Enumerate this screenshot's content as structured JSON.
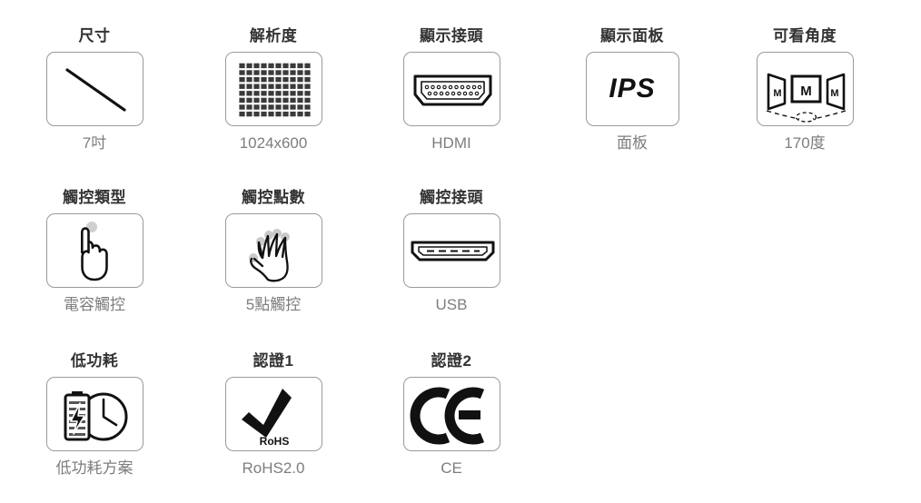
{
  "page": {
    "background": "#ffffff",
    "border_color": "#9a9a9a",
    "title_color": "#333333",
    "caption_color": "#7d7d7d",
    "ink_color": "#111111"
  },
  "rows": [
    {
      "cells": [
        {
          "title": "尺寸",
          "icon": "screen-diagonal-icon",
          "caption": "7吋"
        },
        {
          "title": "解析度",
          "icon": "pixel-grid-icon",
          "caption": "1024x600"
        },
        {
          "title": "顯示接頭",
          "icon": "hdmi-port-icon",
          "caption": "HDMI"
        },
        {
          "title": "顯示面板",
          "icon": "ips-text-icon",
          "caption": "面板",
          "icon_text": "IPS"
        },
        {
          "title": "可看角度",
          "icon": "viewing-angle-icon",
          "caption": "170度",
          "icon_text": "M"
        }
      ]
    },
    {
      "cells": [
        {
          "title": "觸控類型",
          "icon": "pointing-hand-icon",
          "caption": "電容觸控"
        },
        {
          "title": "觸控點數",
          "icon": "five-finger-hand-icon",
          "caption": "5點觸控"
        },
        {
          "title": "觸控接頭",
          "icon": "usb-port-icon",
          "caption": "USB"
        }
      ]
    },
    {
      "cells": [
        {
          "title": "低功耗",
          "icon": "battery-clock-icon",
          "caption": "低功耗方案"
        },
        {
          "title": "認證1",
          "icon": "rohs-check-icon",
          "caption": "RoHS2.0",
          "icon_text": "RoHS"
        },
        {
          "title": "認證2",
          "icon": "ce-mark-icon",
          "caption": "CE",
          "icon_text": "CE"
        }
      ]
    }
  ]
}
